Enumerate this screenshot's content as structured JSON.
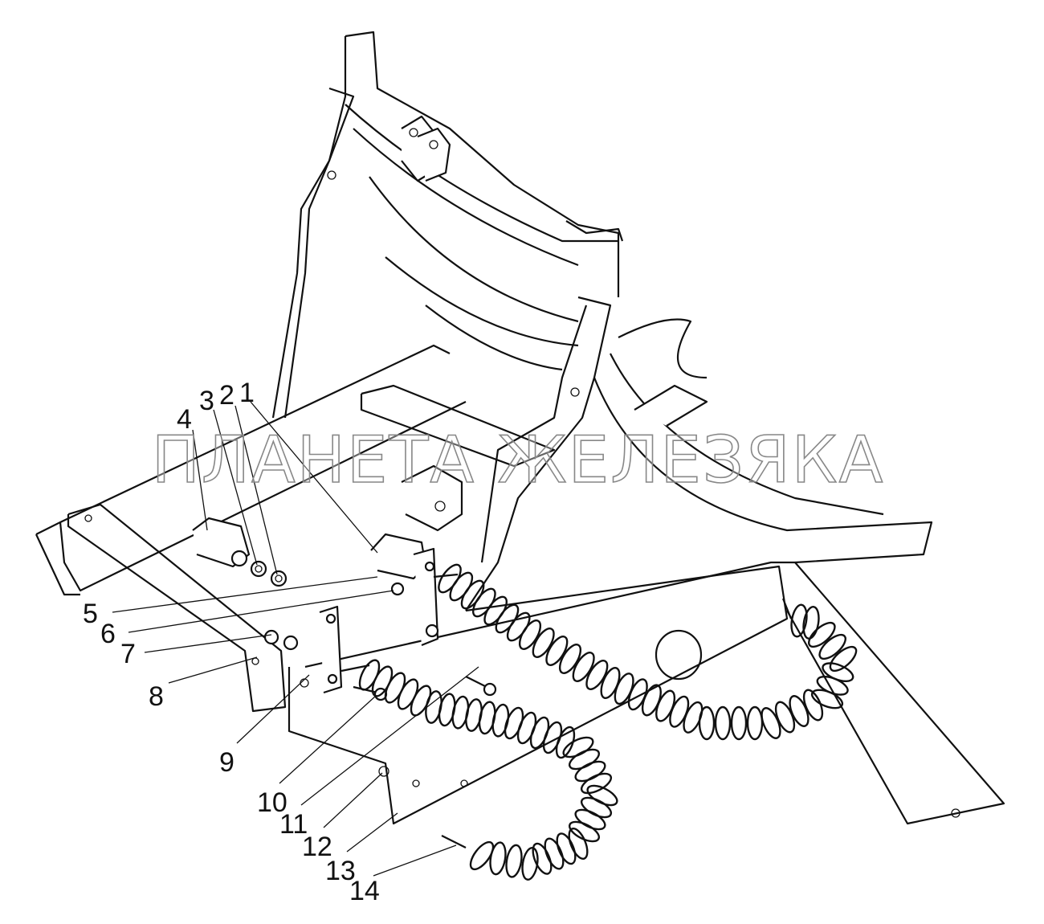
{
  "diagram": {
    "watermark": "ПЛАНЕТА ЖЕЛЕЗЯКА",
    "callouts": [
      "1",
      "2",
      "3",
      "4",
      "5",
      "6",
      "7",
      "8",
      "9",
      "10",
      "11",
      "12",
      "13",
      "14"
    ],
    "line_color": "#111111"
  }
}
